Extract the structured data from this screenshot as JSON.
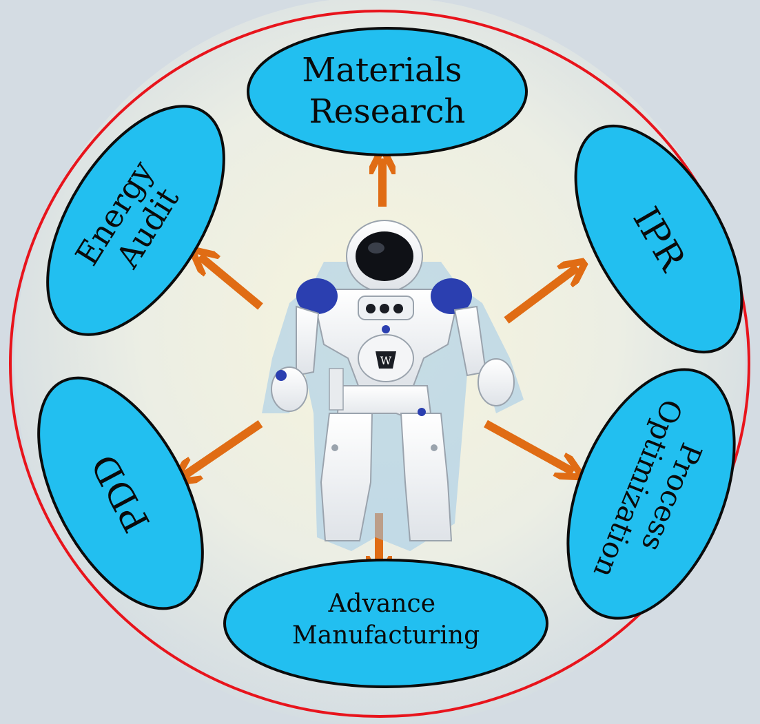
{
  "center": {
    "icon": "robot-icon"
  },
  "nodes": [
    {
      "id": "materials-research",
      "lines": [
        "Materials",
        "Research"
      ]
    },
    {
      "id": "ipr",
      "lines": [
        "IPR"
      ]
    },
    {
      "id": "process-optimization",
      "lines": [
        "Process",
        "Optimization"
      ]
    },
    {
      "id": "advance-manufacturing",
      "lines": [
        "Advance",
        "Manufacturing"
      ]
    },
    {
      "id": "pdd",
      "lines": [
        "PDD"
      ]
    },
    {
      "id": "energy-audit",
      "lines": [
        "Energy",
        "Audit"
      ]
    }
  ],
  "colors": {
    "ring": "#e8141c",
    "node_fill": "#22bff0",
    "node_stroke": "#0b0b0b",
    "arrow": "#e06c14"
  }
}
